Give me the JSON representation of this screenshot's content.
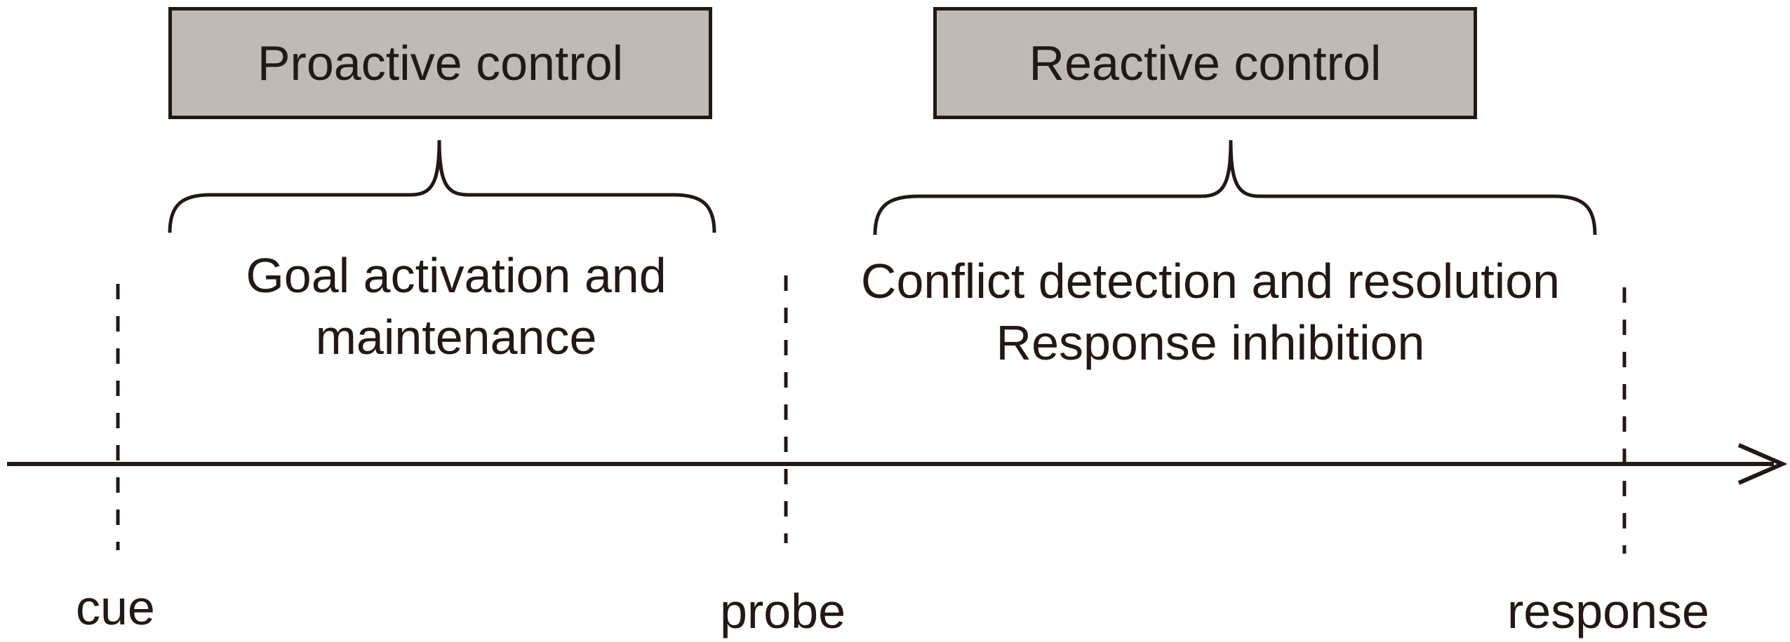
{
  "proactive": {
    "title": "Proactive control",
    "description": [
      "Goal activation and",
      "maintenance"
    ]
  },
  "reactive": {
    "title": "Reactive control",
    "description": [
      "Conflict detection and resolution",
      "Response inhibition"
    ]
  },
  "timeline": {
    "events": [
      "cue",
      "probe",
      "response"
    ]
  },
  "colors": {
    "ink": "#231815",
    "box_fill": "#bfbab5"
  }
}
